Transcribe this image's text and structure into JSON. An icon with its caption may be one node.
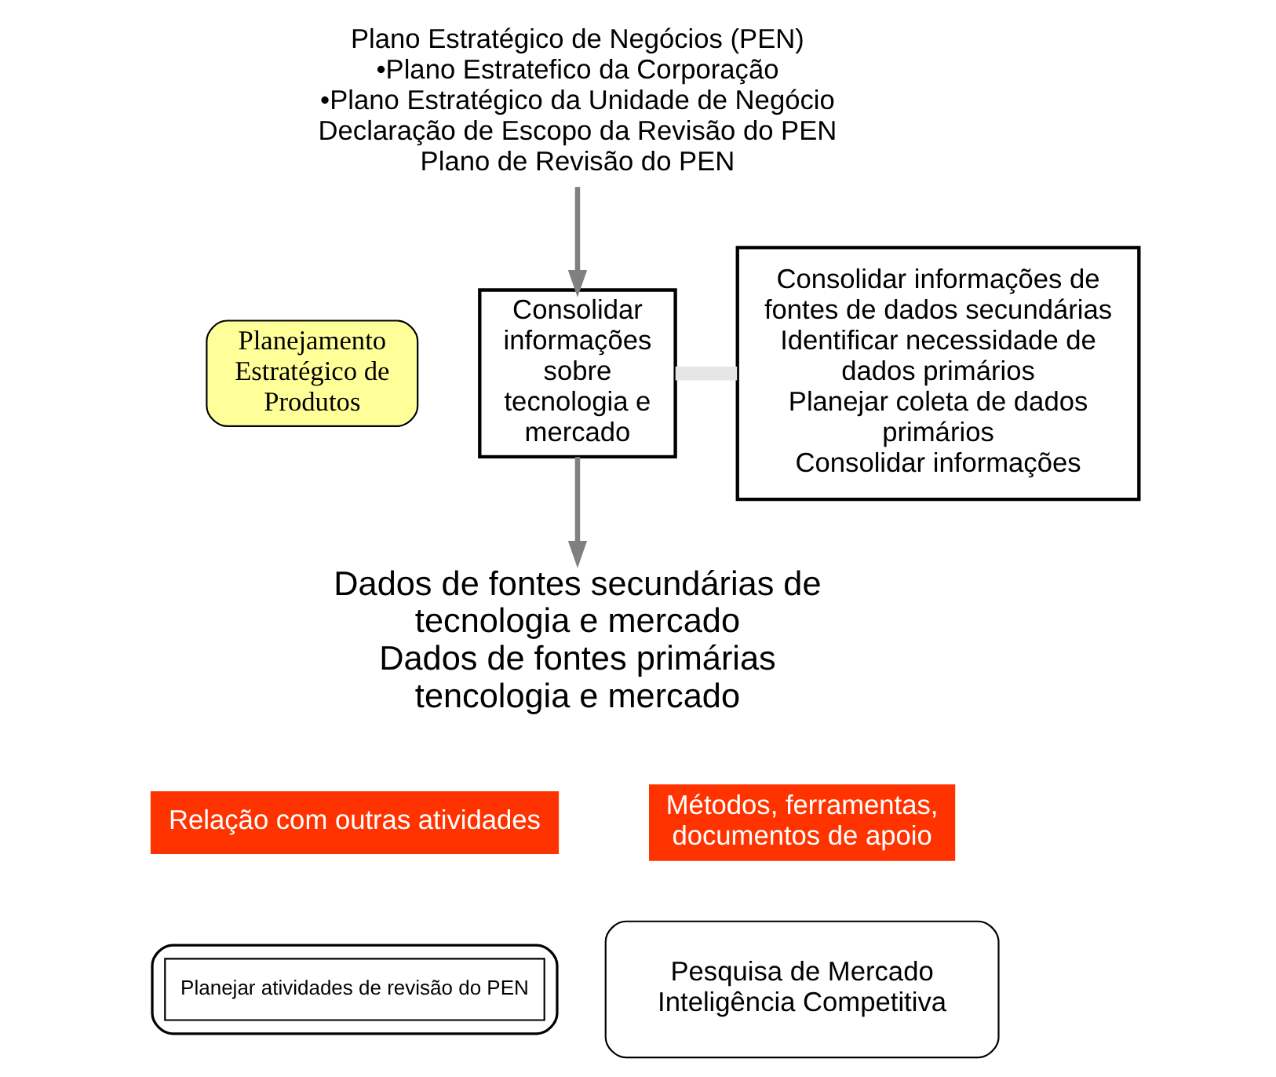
{
  "diagram": {
    "nodes": [
      {
        "text": [
          "Plano Estratégico de Negócios (PEN)",
          "•Plano Estratefico da Corporação",
          "•Plano Estratégico da Unidade de Negócio",
          "Declaração de Escopo da Revisão do PEN",
          "Plano de Revisão do PEN"
        ]
      },
      {
        "text": [
          "Planejamento Estratégico de Produtos"
        ]
      },
      {
        "text": [
          "Consolidar informações sobre tecnologia e mercado"
        ]
      },
      {
        "text": [
          "Dados de fontes secundárias de tecnologia e mercado",
          "Dados de fontes primárias tencologia e mercado"
        ]
      },
      {
        "text": [
          "Consolidar informações de fontes de dados secundárias",
          "Identificar necessidade de dados primários",
          "Planejar coleta de dados primários",
          "Consolidar informações"
        ]
      },
      {
        "text": [
          "Métodos, ferramentas, documentos de apoio"
        ]
      },
      {
        "text": [
          "Pesquisa de Mercado",
          "Inteligência Competitiva"
        ]
      },
      {
        "text": [
          "Relação com outras atividades"
        ]
      },
      {
        "text": [],
        "shape": "box"
      },
      {
        "text": [
          "Planejar atividades de revisão do PEN"
        ],
        "in": 8
      }
    ],
    "edges": [
      {
        "from": 0,
        "to": 2,
        "arrow": "to"
      },
      {
        "from": 2,
        "to": 3,
        "arrow": "to"
      },
      {
        "from": 2,
        "to": 4,
        "arrow": "none",
        "style": "thick",
        "color": "#e6e6e6"
      }
    ]
  }
}
